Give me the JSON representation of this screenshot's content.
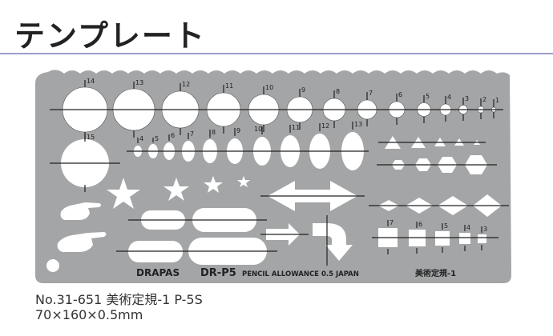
{
  "header": {
    "title": "テンプレート"
  },
  "template": {
    "circle_sizes": [
      "14",
      "13",
      "12",
      "11",
      "10",
      "9",
      "8",
      "7",
      "6",
      "5",
      "4",
      "3",
      "2",
      "1"
    ],
    "big_circle_label": "15",
    "ellipse_sizes": [
      "4",
      "5",
      "6",
      "7",
      "8",
      "9",
      "10",
      "11",
      "12",
      "13"
    ],
    "brand": "DRAPAS",
    "model_code": "DR-P5",
    "allowance_text": "PENCIL ALLOWANCE 0.5 JAPAN",
    "jp_label": "美術定規-1",
    "square_sizes": [
      "7",
      "6",
      "5",
      "4",
      "3"
    ],
    "colors": {
      "plate": "#a3a5a6",
      "cutout": "#ffffff",
      "line": "#222222"
    }
  },
  "caption": {
    "model": "No.31-651 美術定規-1 P-5S",
    "dimensions": "70×160×0.5mm"
  }
}
